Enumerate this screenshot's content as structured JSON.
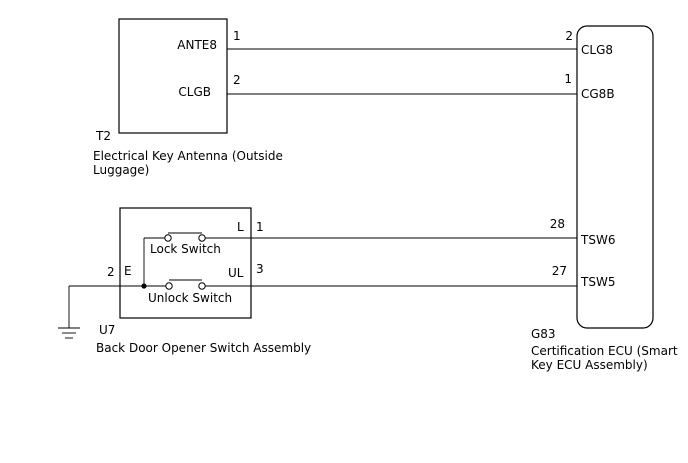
{
  "components": {
    "t2": {
      "id": "T2",
      "name_line1": "Electrical Key Antenna (Outside",
      "name_line2": "Luggage)",
      "pins": [
        {
          "label": "ANTE8",
          "number": "1"
        },
        {
          "label": "CLGB",
          "number": "2"
        }
      ]
    },
    "u7": {
      "id": "U7",
      "name": "Back Door Opener Switch Assembly",
      "lock_switch": "Lock Switch",
      "unlock_switch": "Unlock Switch",
      "pins": [
        {
          "label": "L",
          "number": "1"
        },
        {
          "label": "UL",
          "number": "3"
        },
        {
          "label": "E",
          "number": "2"
        }
      ]
    },
    "g83": {
      "id": "G83",
      "name_line1": "Certification ECU (Smart",
      "name_line2": "Key ECU Assembly)",
      "pins": [
        {
          "label": "CLG8",
          "number": "2"
        },
        {
          "label": "CG8B",
          "number": "1"
        },
        {
          "label": "TSW6",
          "number": "28"
        },
        {
          "label": "TSW5",
          "number": "27"
        }
      ]
    }
  }
}
